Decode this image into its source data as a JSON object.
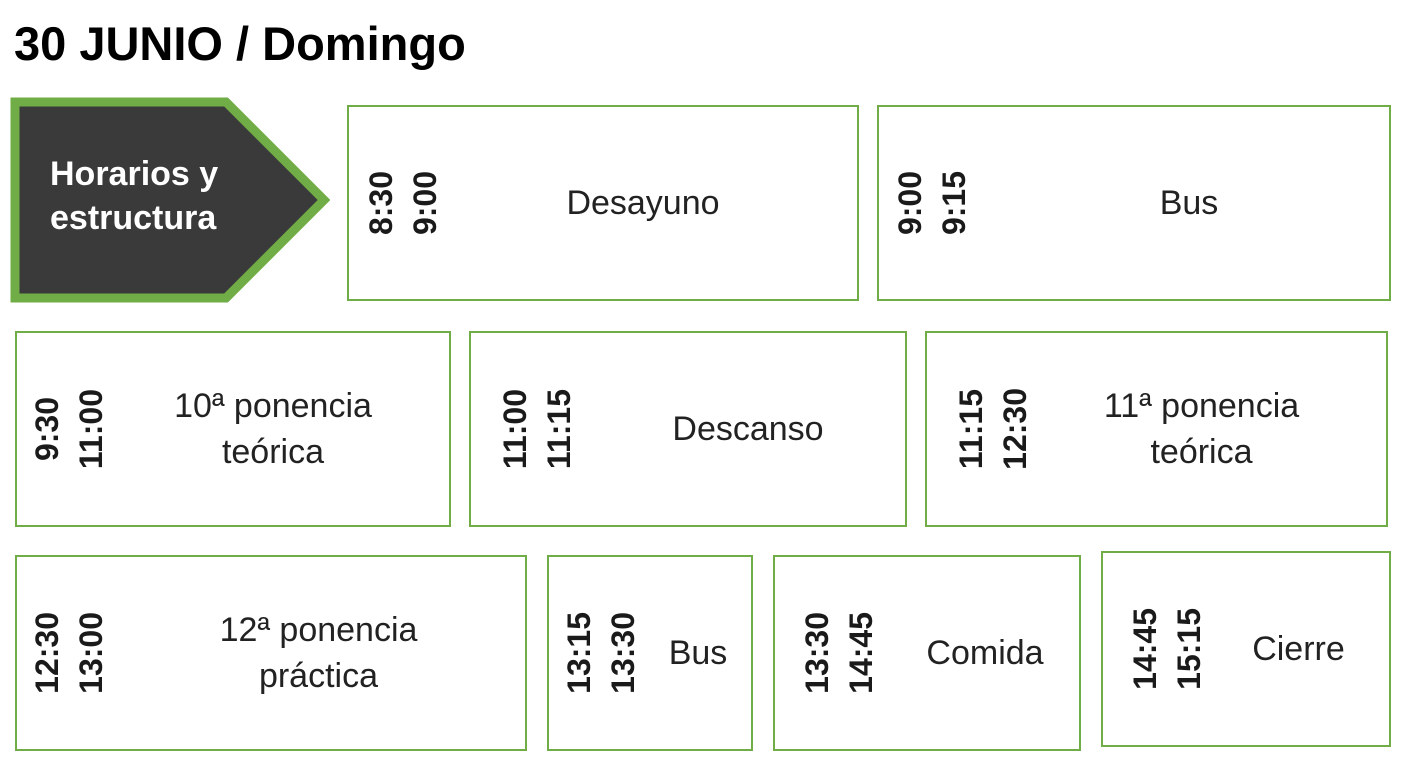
{
  "page": {
    "title": "30 JUNIO / Domingo"
  },
  "header": {
    "label": "Horarios y\nestructura"
  },
  "colors": {
    "accent_green": "#70ad47",
    "header_fill": "#3a3a3a",
    "header_text": "#ffffff"
  },
  "schedule": [
    {
      "start": "8:30",
      "end": "9:00",
      "label": "Desayuno"
    },
    {
      "start": "9:00",
      "end": "9:15",
      "label": "Bus"
    },
    {
      "start": "9:30",
      "end": "11:00",
      "label": "10ª ponencia\nteórica"
    },
    {
      "start": "11:00",
      "end": "11:15",
      "label": "Descanso"
    },
    {
      "start": "11:15",
      "end": "12:30",
      "label": "11ª ponencia\nteórica"
    },
    {
      "start": "12:30",
      "end": "13:00",
      "label": "12ª ponencia\npráctica"
    },
    {
      "start": "13:15",
      "end": "13:30",
      "label": "Bus"
    },
    {
      "start": "13:30",
      "end": "14:45",
      "label": "Comida"
    },
    {
      "start": "14:45",
      "end": "15:15",
      "label": "Cierre"
    }
  ]
}
